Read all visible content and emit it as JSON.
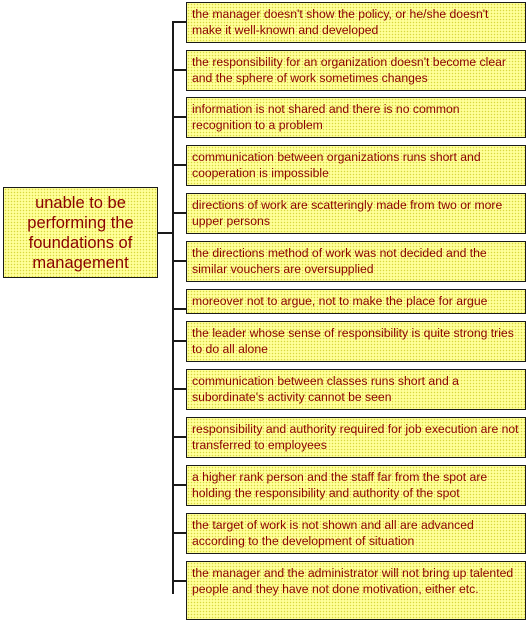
{
  "root": {
    "label": "unable to be performing the foundations of management"
  },
  "items": [
    "the manager doesn't show the policy, or he/she doesn't make it well-known  and developed",
    "the responsibility for an organization doesn't become clear and the sphere of work sometimes changes",
    "information is not shared and there is no common recognition to a problem",
    "communication between organizations runs  short and cooperation is impossible",
    "directions of work are scatteringly made from two or more upper persons",
    "the directions method of work was not decided and the similar vouchers are oversupplied",
    "moreover not to argue, not to make the place for argue",
    "the leader whose sense of responsibility is quite strong tries to do all alone",
    "communication between classes runs short and a subordinate's activity cannot be seen",
    "responsibility and authority required for job execution are not transferred to employees",
    "a higher rank person and the staff far from the spot are holding the responsibility and authority of the spot",
    "the target of work is not shown and all are advanced according to the development of situation",
    "the manager and the administrator will not bring up talented people and they have not done motivation, either     etc."
  ],
  "colors": {
    "box_fill": "#ffff99",
    "box_dots": "#d8d840",
    "text": "#8b0000",
    "lines": "#1a1a1a"
  }
}
